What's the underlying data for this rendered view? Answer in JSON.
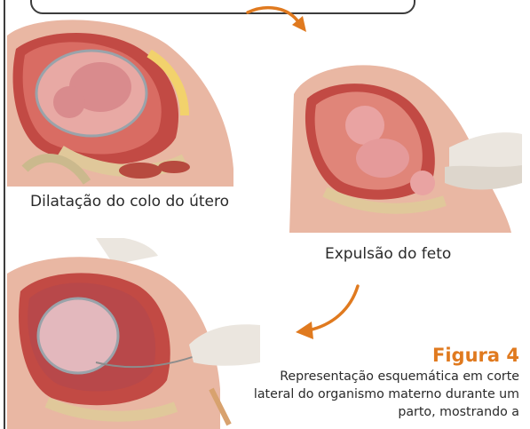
{
  "stages": [
    {
      "caption": "Dilatação do colo do útero"
    },
    {
      "caption": "Expulsão do feto"
    },
    {
      "caption": ""
    }
  ],
  "figure": {
    "title": "Figura 4",
    "description": "Representação  esquemática em corte lateral do organismo materno durante um parto, mostrando a"
  },
  "colors": {
    "accent": "#e07a1f",
    "skin": "#e7b6a6",
    "uterus": "#c94f4a",
    "glove": "#e9e4dc"
  }
}
